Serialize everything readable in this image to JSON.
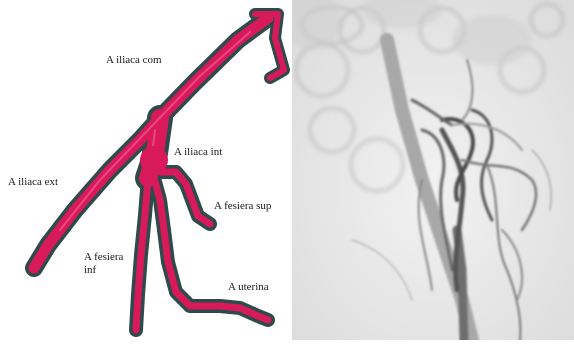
{
  "labels": {
    "iliaca_com": "A iliaca com",
    "iliaca_ext": "A iliaca ext",
    "iliaca_int": "A iliaca int",
    "vesica_sup": "A fesiera sup",
    "vesica_inf": "A fesiera\ninf",
    "uterina": "A uterina"
  },
  "colors": {
    "vessel_fill": "#d81a5a",
    "vessel_outline": "#2f4a4a",
    "angio_background": "#e9e9e9",
    "contrast_vessel": "#4a4a4a"
  }
}
